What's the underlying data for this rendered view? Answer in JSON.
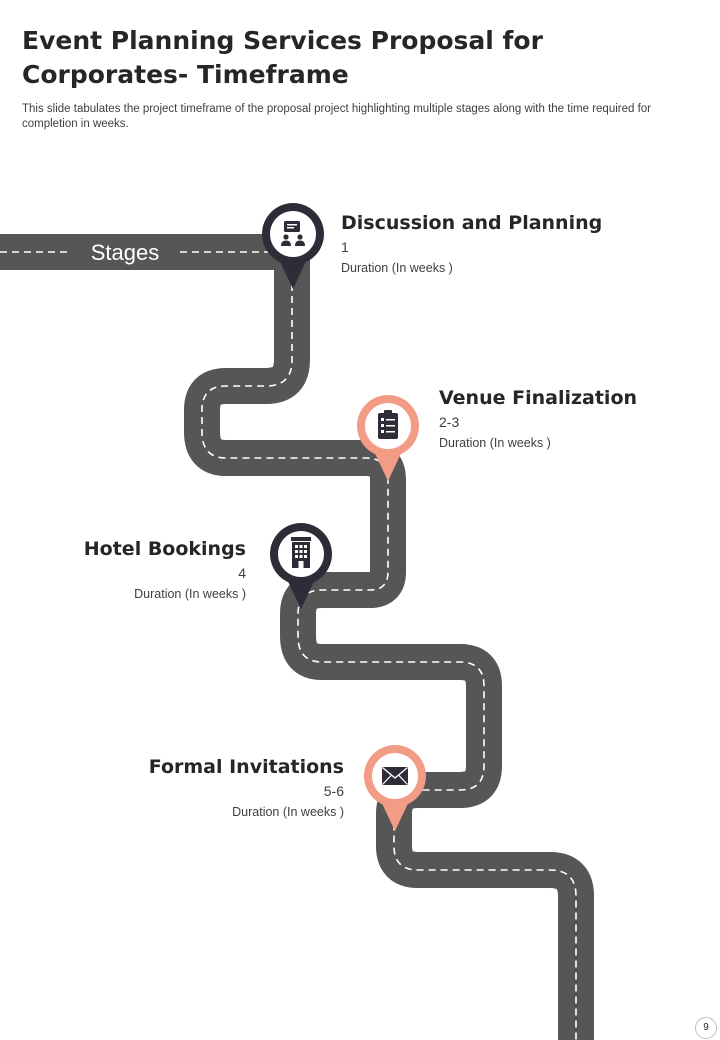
{
  "header": {
    "title": "Event Planning Services Proposal for Corporates- Timeframe",
    "subtitle": "This slide tabulates the project timeframe of the proposal project highlighting multiple stages along with the time required for completion in weeks."
  },
  "road": {
    "label": "Stages",
    "colors": {
      "road": "#565656",
      "dash": "#ffffff",
      "dark_pin": "#2f2c38",
      "accent_pin": "#f29b85"
    }
  },
  "stages": [
    {
      "name": "Discussion and Planning",
      "weeks": "1",
      "duration_label": "Duration  (In weeks )",
      "icon": "meeting-icon",
      "pin": "dark"
    },
    {
      "name": "Venue Finalization",
      "weeks": "2-3",
      "duration_label": "Duration  (In weeks )",
      "icon": "clipboard-checklist-icon",
      "pin": "accent"
    },
    {
      "name": "Hotel Bookings",
      "weeks": "4",
      "duration_label": "Duration  (In weeks )",
      "icon": "hotel-building-icon",
      "pin": "dark"
    },
    {
      "name": "Formal Invitations",
      "weeks": "5-6",
      "duration_label": "Duration  (In weeks )",
      "icon": "envelope-icon",
      "pin": "accent"
    }
  ],
  "page_number": "9"
}
